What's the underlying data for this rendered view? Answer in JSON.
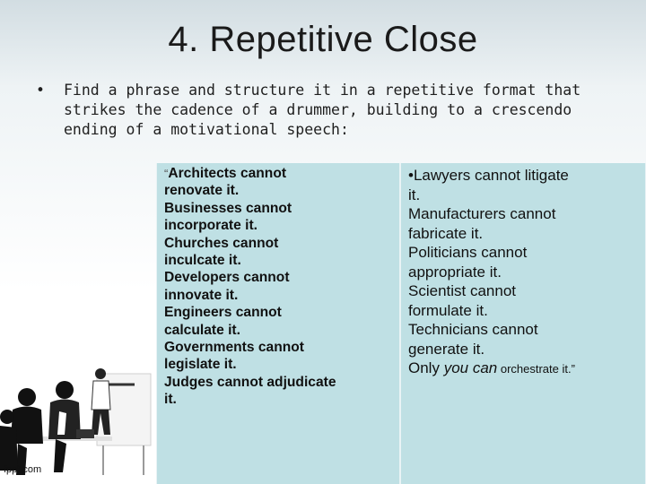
{
  "slide": {
    "title": "4. Repetitive Close",
    "bullet_marker": "•",
    "bullet_text": "Find a phrase and structure it in a repetitive format that strikes the cadence of a drummer, building to a crescendo ending of a motivational speech:",
    "bullet_lines": [
      "Find a phrase and structure it in a repetitive format that",
      "strikes the cadence of a drummer, building to a crescendo",
      "ending of a motivational speech:"
    ]
  },
  "quote": {
    "left_open_mark": "“",
    "left_lines": [
      "Architects cannot",
      "renovate it.",
      "Businesses cannot",
      "incorporate it.",
      "Churches cannot",
      "inculcate it.",
      "Developers cannot",
      "innovate it.",
      "Engineers cannot",
      "calculate it.",
      "Governments cannot",
      "legislate it.",
      "Judges cannot adjudicate",
      "it."
    ],
    "right_lines": [
      "•Lawyers cannot litigate",
      "it.",
      "Manufacturers cannot",
      "fabricate it.",
      "Politicians cannot",
      "appropriate it.",
      "Scientist cannot",
      "formulate it.",
      "Technicians cannot",
      "generate it."
    ],
    "final_line": {
      "start": "Only ",
      "emphasis": "you can",
      "end": " orchestrate  it.”"
    }
  },
  "footer": {
    "brand": "fppt.com"
  },
  "colors": {
    "panel": "#bfe0e4",
    "text": "#111111"
  }
}
